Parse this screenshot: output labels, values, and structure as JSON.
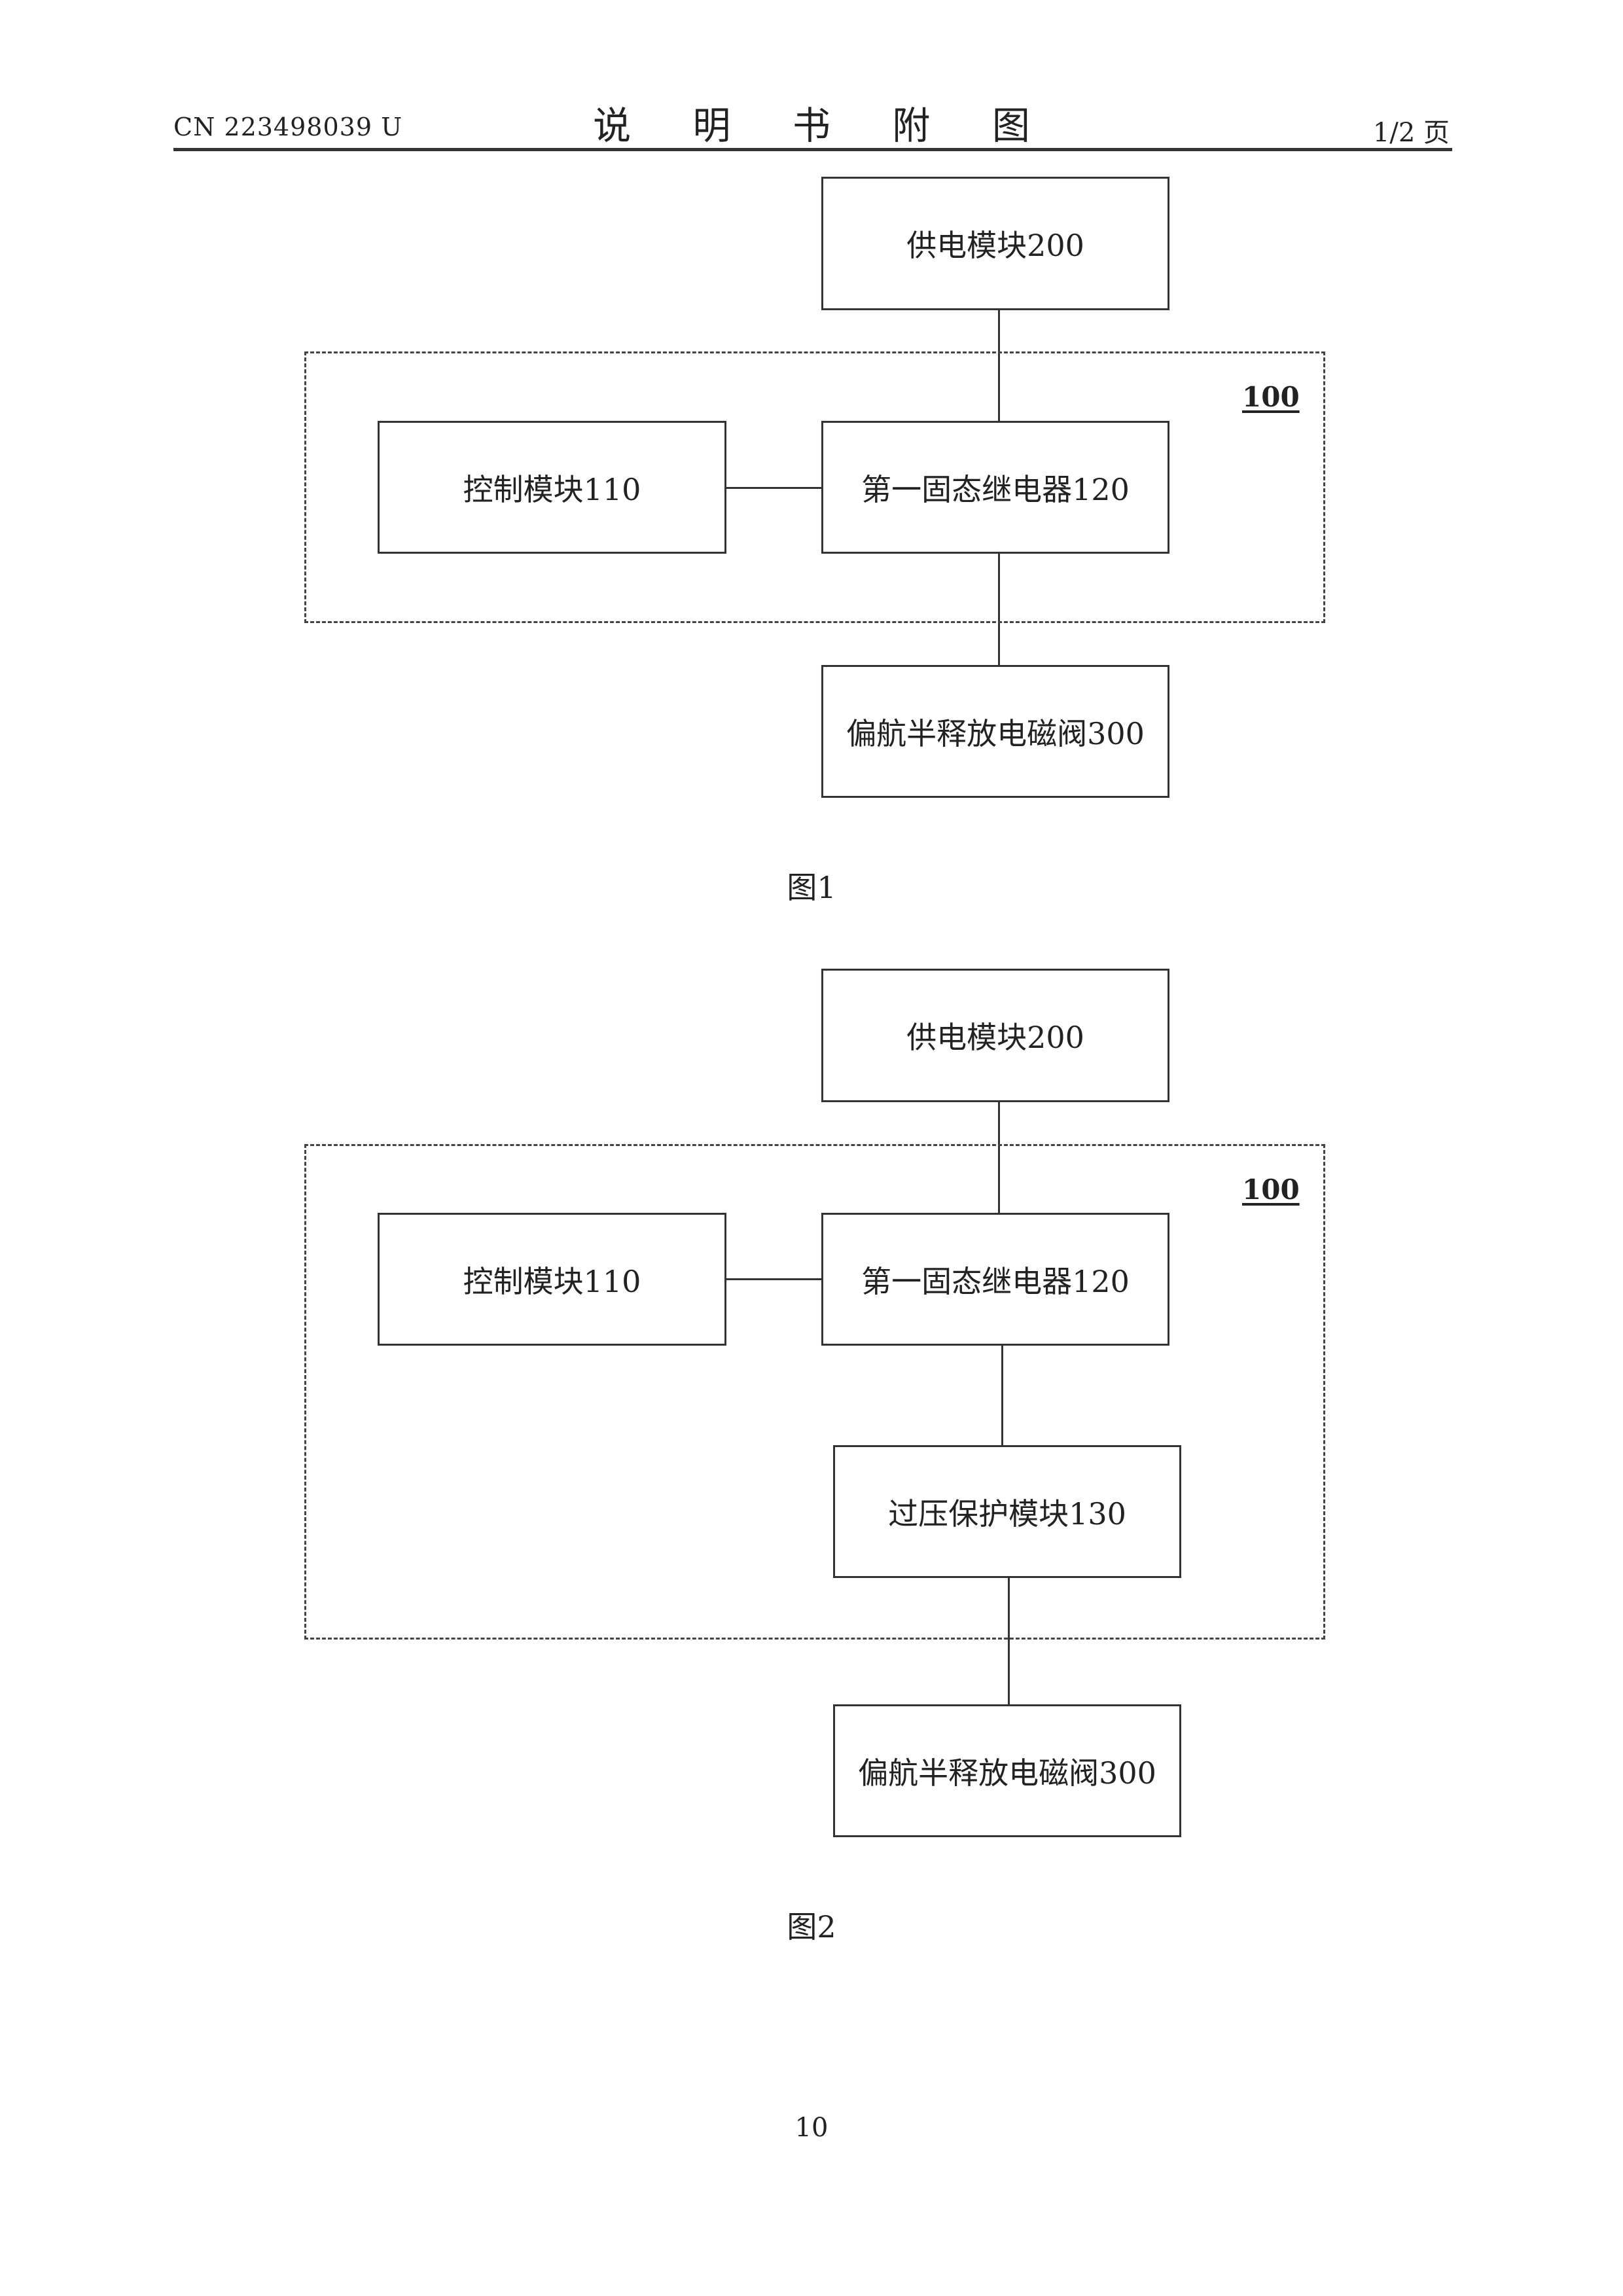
{
  "header": {
    "publication_number": "CN 223498039 U",
    "title": "说 明 书 附 图",
    "page_indicator": "1/2 页"
  },
  "figure1": {
    "power_module": "供电模块200",
    "group_label": "100",
    "control_module": "控制模块110",
    "relay": "第一固态继电器120",
    "solenoid_valve": "偏航半释放电磁阀300",
    "caption": "图1"
  },
  "figure2": {
    "power_module": "供电模块200",
    "group_label": "100",
    "control_module": "控制模块110",
    "relay": "第一固态继电器120",
    "overvoltage_module": "过压保护模块130",
    "solenoid_valve": "偏航半释放电磁阀300",
    "caption": "图2"
  },
  "footer": {
    "page_number": "10"
  }
}
